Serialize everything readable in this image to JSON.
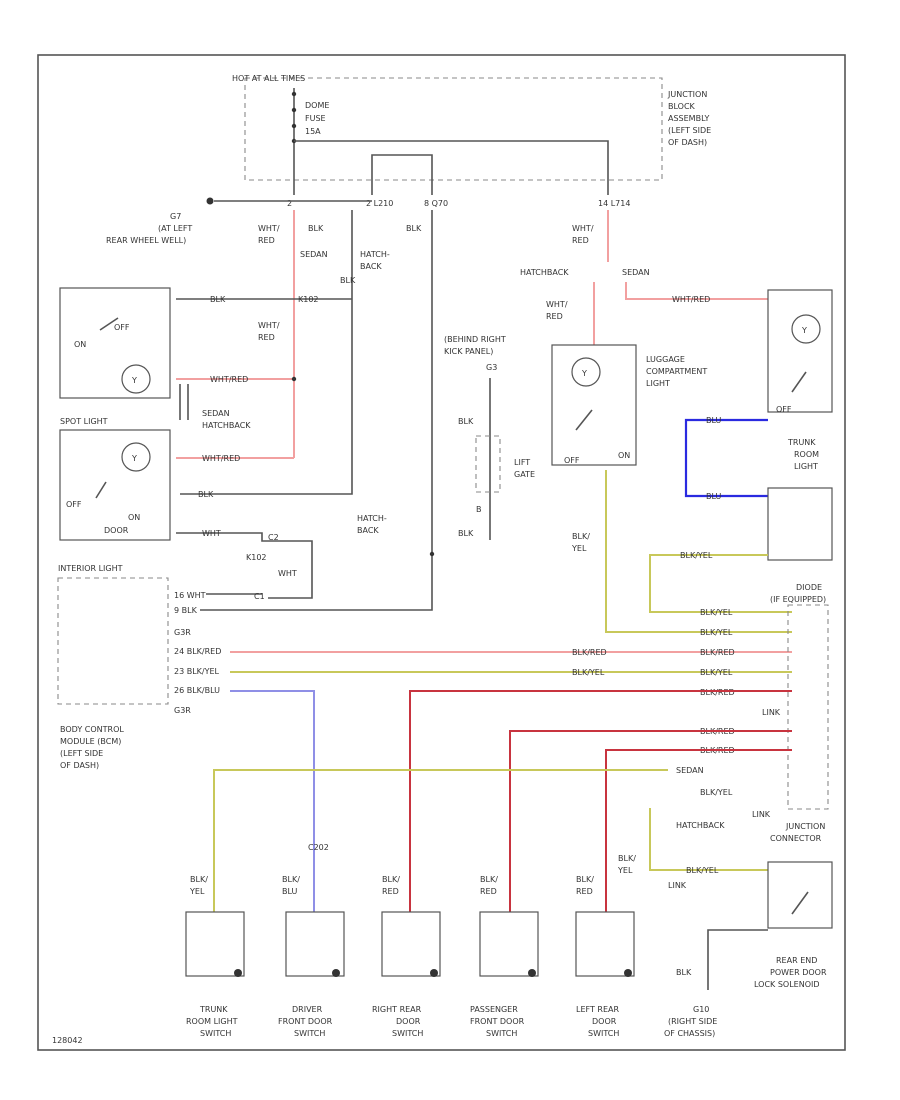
{
  "frame": {
    "id": "128042"
  },
  "top": {
    "hot_label": "HOT AT ALL TIMES",
    "fuse_lines": [
      "DOME",
      "FUSE",
      "15A"
    ],
    "junction_block": [
      "JUNCTION",
      "BLOCK",
      "ASSEMBLY",
      "(LEFT SIDE",
      "OF DASH)"
    ]
  },
  "pins": {
    "p1": "2",
    "p2": "2 L210",
    "p3": "8 Q70",
    "p4": "14 L714"
  },
  "ground_g7": [
    "G7",
    "(AT LEFT",
    "REAR WHEEL WELL)"
  ],
  "wires": {
    "wht_red": [
      "WHT/",
      "RED"
    ],
    "blk": "BLK",
    "sedan": "SEDAN",
    "hatchback": "HATCHBACK",
    "hatch_back": [
      "HATCH-",
      "BACK"
    ],
    "k102": "K102",
    "blk_yel": "BLK/YEL",
    "blk_red": "BLK/RED",
    "blk_blu": "BLK/BLU",
    "wht_red_short": "WHT/RED",
    "wht": "WHT",
    "blu": "BLU",
    "bk_yel": [
      "BLK/",
      "YEL"
    ],
    "bk_blu": [
      "BLK/",
      "BLU"
    ],
    "bk_red": [
      "BLK/",
      "RED"
    ]
  },
  "dome": {
    "on": "ON",
    "off": "OFF",
    "sedan_hatch": [
      "SEDAN",
      "HATCHBACK"
    ]
  },
  "spot": {
    "title": "SPOT LIGHT",
    "off": "OFF",
    "on": "ON",
    "door": "DOOR"
  },
  "lines": {
    "k102": "K102",
    "wht": "WHT",
    "c2": "C2",
    "c1": "C1",
    "link": "LINK"
  },
  "interior": {
    "title": "INTERIOR LIGHT",
    "p16": "16 WHT",
    "p9": "9 BLK",
    "g": "G3R",
    "p24": "24 BLK/RED",
    "p23": "23 BLK/YEL",
    "p26": "26 BLK/BLU",
    "bcm": [
      "BODY CONTROL",
      "MODULE (BCM)",
      "(LEFT SIDE",
      "OF DASH)"
    ]
  },
  "ground_g3": [
    "(BEHIND RIGHT",
    "KICK PANEL)",
    "G3"
  ],
  "lift": [
    "LIFT",
    "GATE"
  ],
  "pin_b": "B",
  "luggage": {
    "title": [
      "LUGGAGE",
      "COMPARTMENT",
      "LIGHT"
    ],
    "off": "OFF",
    "on": "ON"
  },
  "trunk_room": {
    "title": [
      "TRUNK",
      "ROOM",
      "LIGHT"
    ],
    "off": "OFF"
  },
  "diode": [
    "DIODE",
    "(IF EQUIPPED)"
  ],
  "junction_connector": [
    "JUNCTION",
    "CONNECTOR"
  ],
  "rear_lock": [
    "REAR END",
    "POWER DOOR",
    "LOCK SOLENOID"
  ],
  "ground_g10": [
    "G10",
    "(RIGHT SIDE",
    "OF CHASSIS)"
  ],
  "c202": "C202",
  "switches": [
    {
      "label": [
        "TRUNK",
        "ROOM LIGHT",
        "SWITCH"
      ]
    },
    {
      "label": [
        "DRIVER",
        "FRONT DOOR",
        "SWITCH"
      ]
    },
    {
      "label": [
        "RIGHT REAR",
        "DOOR",
        "SWITCH"
      ]
    },
    {
      "label": [
        "PASSENGER",
        "FRONT DOOR",
        "SWITCH"
      ]
    },
    {
      "label": [
        "LEFT REAR",
        "DOOR",
        "SWITCH"
      ]
    }
  ]
}
